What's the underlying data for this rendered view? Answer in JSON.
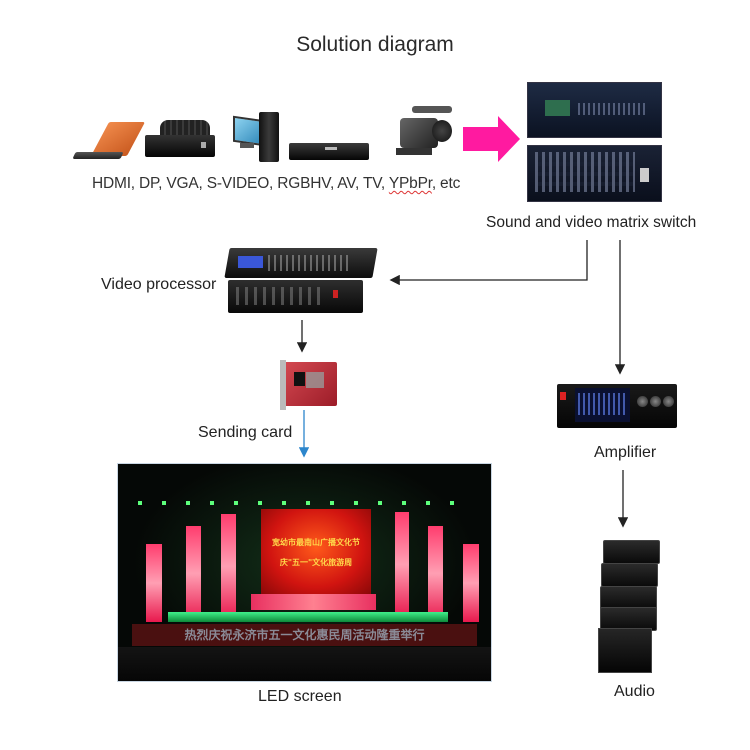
{
  "title": "Solution diagram",
  "sources": {
    "label": "HDMI, DP, VGA, S-VIDEO, RGBHV, AV, TV, ",
    "label_underlined": "YPbPr",
    "label_suffix": ", etc",
    "devices": [
      "laptop-icon",
      "set-top-box-icon",
      "desktop-pc-icon",
      "dvd-player-icon",
      "video-camera-icon"
    ]
  },
  "nodes": {
    "matrix_switch": "Sound and video matrix switch",
    "video_processor": "Video processor",
    "sending_card": "Sending card",
    "led_screen": "LED screen",
    "amplifier": "Amplifier",
    "audio": "Audio"
  },
  "led_photo": {
    "screen_line1": "宽幼市最南山广播文化节",
    "screen_line2": "庆\"五一\"文化旅游周",
    "banner": "热烈庆祝永济市五一文化惠民周活动隆重举行"
  },
  "colors": {
    "input_arrow": "#ff1aa0",
    "connector": "#222222",
    "card_to_screen_arrow": "#2c86cc"
  }
}
